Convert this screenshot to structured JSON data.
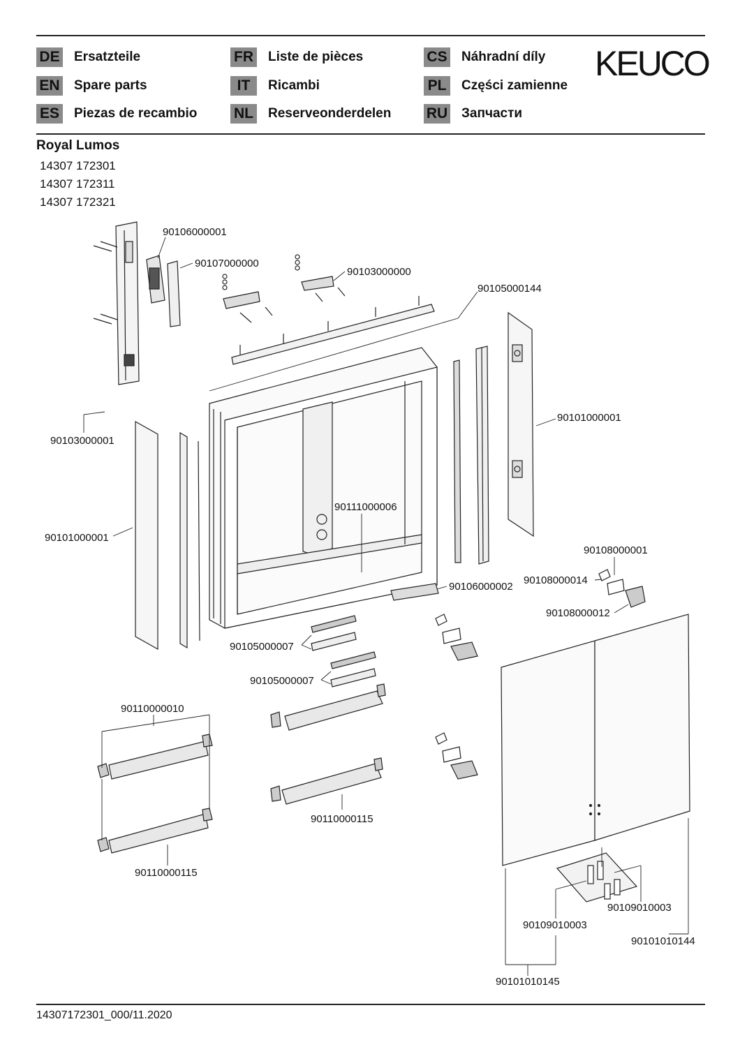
{
  "languages": [
    {
      "code": "DE",
      "label": "Ersatzteile"
    },
    {
      "code": "EN",
      "label": "Spare parts"
    },
    {
      "code": "ES",
      "label": "Piezas de recambio"
    },
    {
      "code": "FR",
      "label": "Liste de pièces"
    },
    {
      "code": "IT",
      "label": "Ricambi"
    },
    {
      "code": "NL",
      "label": "Reserveonderdelen"
    },
    {
      "code": "CS",
      "label": "Náhradní díly"
    },
    {
      "code": "PL",
      "label": "Części zamienne"
    },
    {
      "code": "RU",
      "label": "Запчасти"
    }
  ],
  "brand": "KEUCO",
  "product": {
    "title": "Royal Lumos",
    "article_numbers": [
      "14307 172301",
      "14307 172311",
      "14307 172321"
    ]
  },
  "part_labels": {
    "p1": "90106000001",
    "p2": "90107000000",
    "p3": "90103000000",
    "p4": "90105000144",
    "p5": "90103000001",
    "p6": "90101000001",
    "p7": "90101000001",
    "p8": "90111000006",
    "p9": "90106000002",
    "p10": "90108000001",
    "p11": "90108000014",
    "p12": "90108000012",
    "p13": "90105000007",
    "p14": "90105000007",
    "p15": "90110000010",
    "p16": "90110000115",
    "p17": "90110000115",
    "p18": "90109010003",
    "p19": "90109010003",
    "p20": "90101010144",
    "p21": "90101010145"
  },
  "footer": "14307172301_000/11.2020"
}
